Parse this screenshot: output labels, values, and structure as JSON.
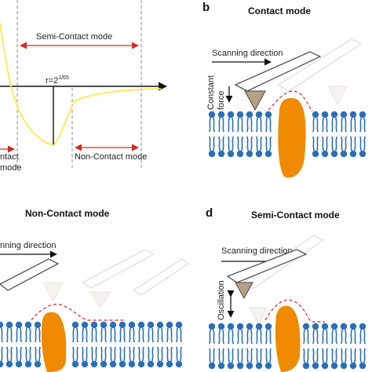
{
  "panel_a": {
    "semi_contact_label": "Semi-Contact mode",
    "r_prefix": "r=2",
    "r_exponent": "1/65",
    "contact_label_1": "ntact",
    "contact_label_2": "mode",
    "non_contact_label": "Non-Contact mode",
    "curve_color": "#ffe84a",
    "arrow_color": "#d9281e"
  },
  "panel_b": {
    "letter": "b",
    "title": "Contact mode",
    "scan_label": "Scanning direction",
    "force_label_1": "Constant",
    "force_label_2": "force"
  },
  "panel_c": {
    "title": "Non-Contact mode",
    "scan_label": "nning direction"
  },
  "panel_d": {
    "letter": "d",
    "title": "Semi-Contact mode",
    "scan_label": "Scanning direction",
    "oscillation_label": "Oscillation"
  },
  "colors": {
    "lipid_head": "#2a6fb8",
    "lipid_tail": "#2a6fb8",
    "protein": "#f08a00",
    "tip": "#b5a184",
    "cantilever_edge": "#555555",
    "ghost": "#cccccc",
    "dashed": "#d9281e"
  }
}
